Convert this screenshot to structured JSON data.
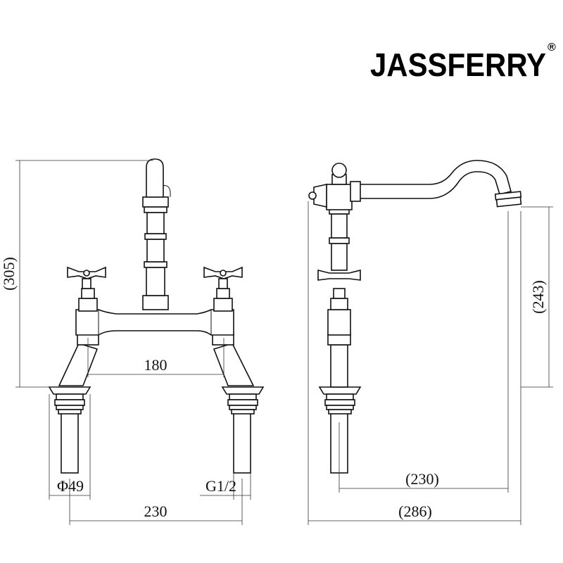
{
  "brand": {
    "name": "JASSFERRY",
    "mark": "®"
  },
  "dimensions": {
    "front_height": "(305)",
    "spout_center": "180",
    "base_diameter": "Φ49",
    "thread": "G1/2",
    "front_width": "230",
    "spout_height": "(243)",
    "spout_reach": "(230)",
    "side_depth": "(286)"
  }
}
